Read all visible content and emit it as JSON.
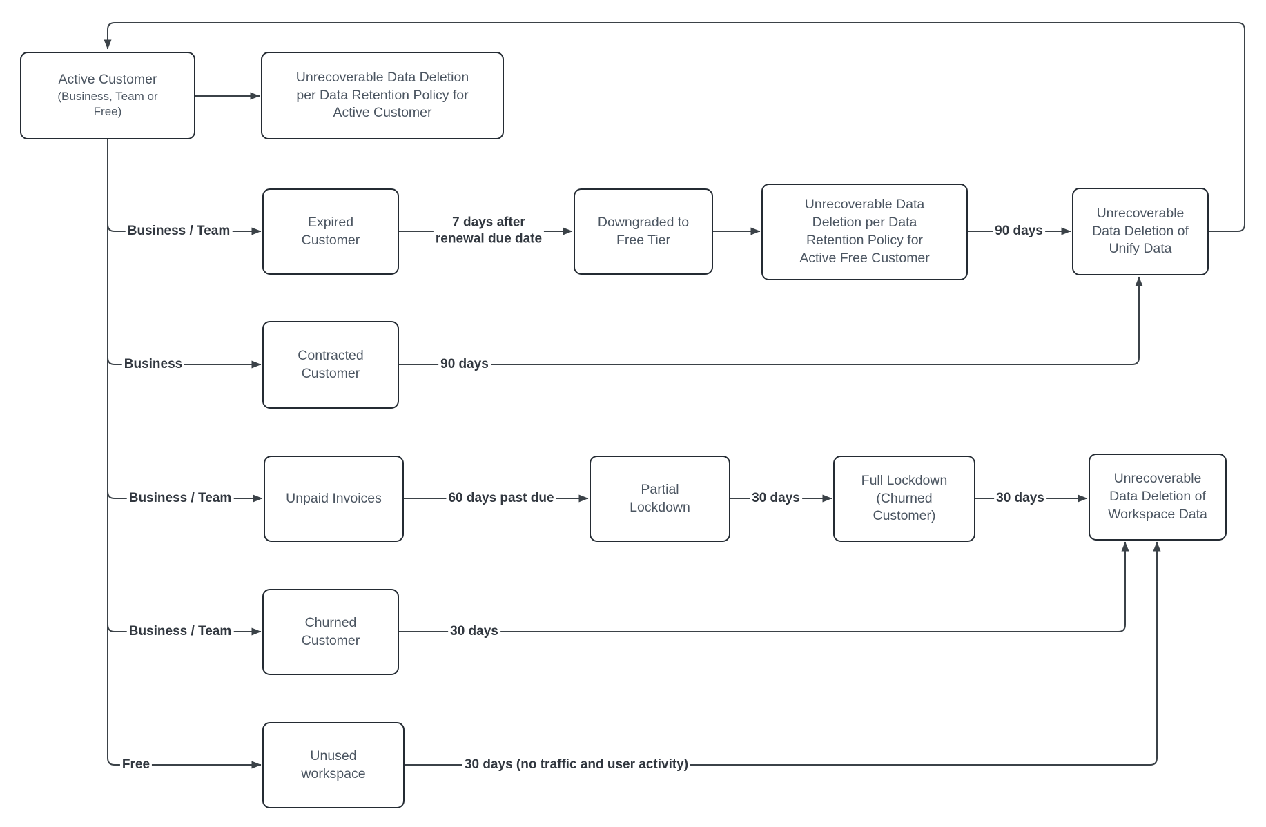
{
  "colors": {
    "background": "#ffffff",
    "node_fill": "#ffffff",
    "node_border": "#242b33",
    "node_text": "#4b5561",
    "edge_line": "#3b4248",
    "edge_label_text": "#31373f"
  },
  "nodes": {
    "active_customer": {
      "title": "Active Customer",
      "subtitle": "(Business, Team or\nFree)"
    },
    "deletion_active": {
      "label": "Unrecoverable Data Deletion\nper Data Retention Policy for\nActive Customer"
    },
    "expired": {
      "label": "Expired\nCustomer"
    },
    "downgraded": {
      "label": "Downgraded to\nFree Tier"
    },
    "deletion_free": {
      "label": "Unrecoverable Data\nDeletion per Data\nRetention Policy for\nActive Free Customer"
    },
    "deletion_unify": {
      "label": "Unrecoverable\nData Deletion of\nUnify Data"
    },
    "contracted": {
      "label": "Contracted\nCustomer"
    },
    "unpaid": {
      "label": "Unpaid Invoices"
    },
    "partial_lockdown": {
      "label": "Partial\nLockdown"
    },
    "full_lockdown": {
      "label": "Full Lockdown\n(Churned\nCustomer)"
    },
    "deletion_workspace": {
      "label": "Unrecoverable\nData Deletion of\nWorkspace Data"
    },
    "churned": {
      "label": "Churned\nCustomer"
    },
    "unused": {
      "label": "Unused\nworkspace"
    }
  },
  "edge_labels": {
    "branch_expired": "Business / Team",
    "expired_to_downgraded": "7 days after\nrenewal due date",
    "free_deletion_to_unify": "90 days",
    "branch_contracted": "Business",
    "contracted_to_unify": "90 days",
    "branch_unpaid": "Business / Team",
    "unpaid_to_partial": "60 days past due",
    "partial_to_full": "30 days",
    "full_to_workspace_deletion": "30 days",
    "branch_churned": "Business / Team",
    "churned_to_workspace_deletion": "30 days",
    "branch_unused": "Free",
    "unused_to_workspace_deletion": "30 days (no traffic and user activity)"
  }
}
